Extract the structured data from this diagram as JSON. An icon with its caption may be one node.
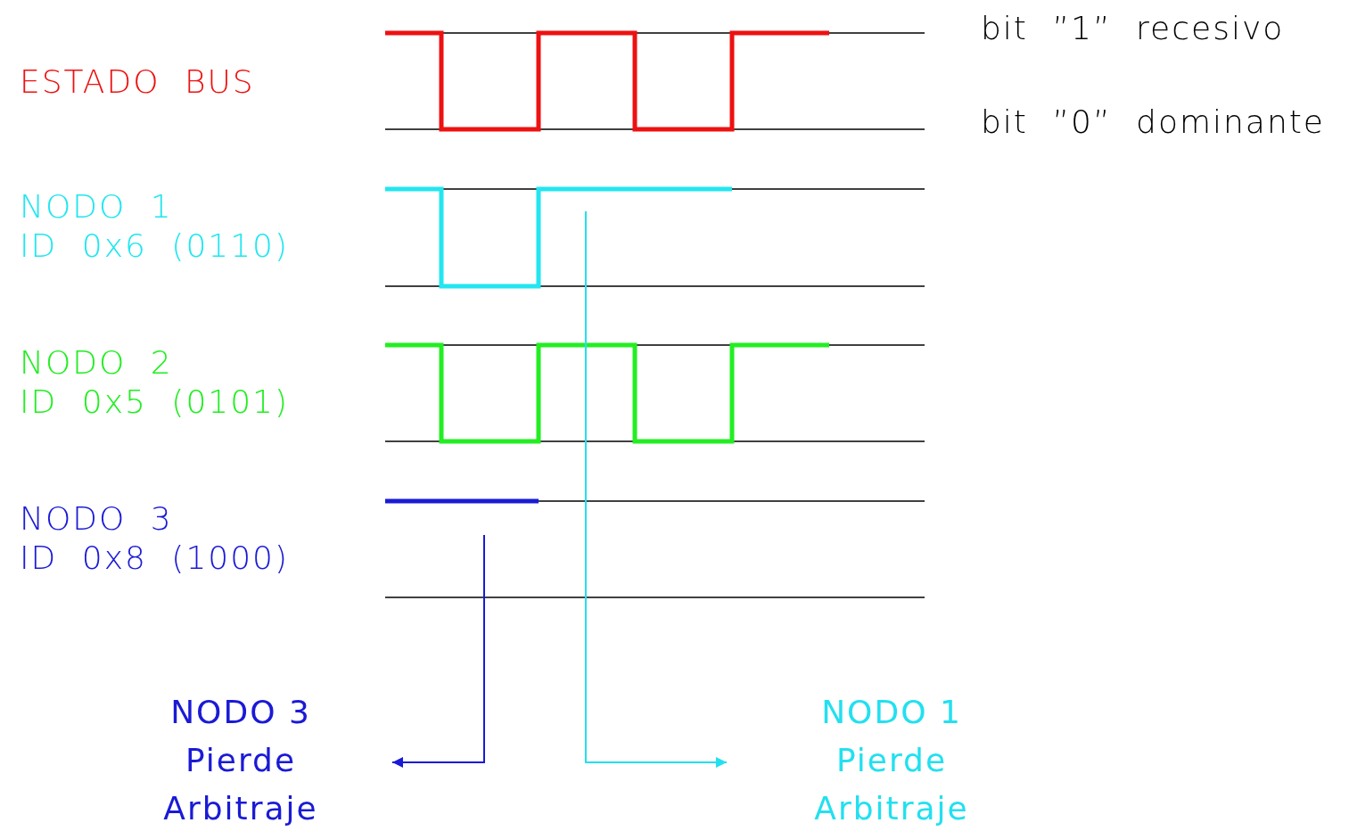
{
  "diagram": {
    "nodes": [
      {
        "text": [
          "NODO 3",
          "Pierde Arbitraje"
        ]
      },
      {
        "text": [
          "NODO 1",
          "Pierde Arbitraje"
        ]
      }
    ],
    "edges": [
      {
        "from": null,
        "to": 0,
        "arrow": "to",
        "color": "#1a1ad6"
      },
      {
        "from": null,
        "to": 1,
        "arrow": "to",
        "color": "#22e0f0"
      }
    ],
    "labels": [
      "bit ”1” recesivo",
      "ESTADO BUS",
      "bit ”0” dominante",
      "NODO 1",
      "ID 0x6 (0110)",
      "NODO 2",
      "ID 0x5 (0101)",
      "NODO 3",
      "ID 0x8 (1000)"
    ]
  }
}
